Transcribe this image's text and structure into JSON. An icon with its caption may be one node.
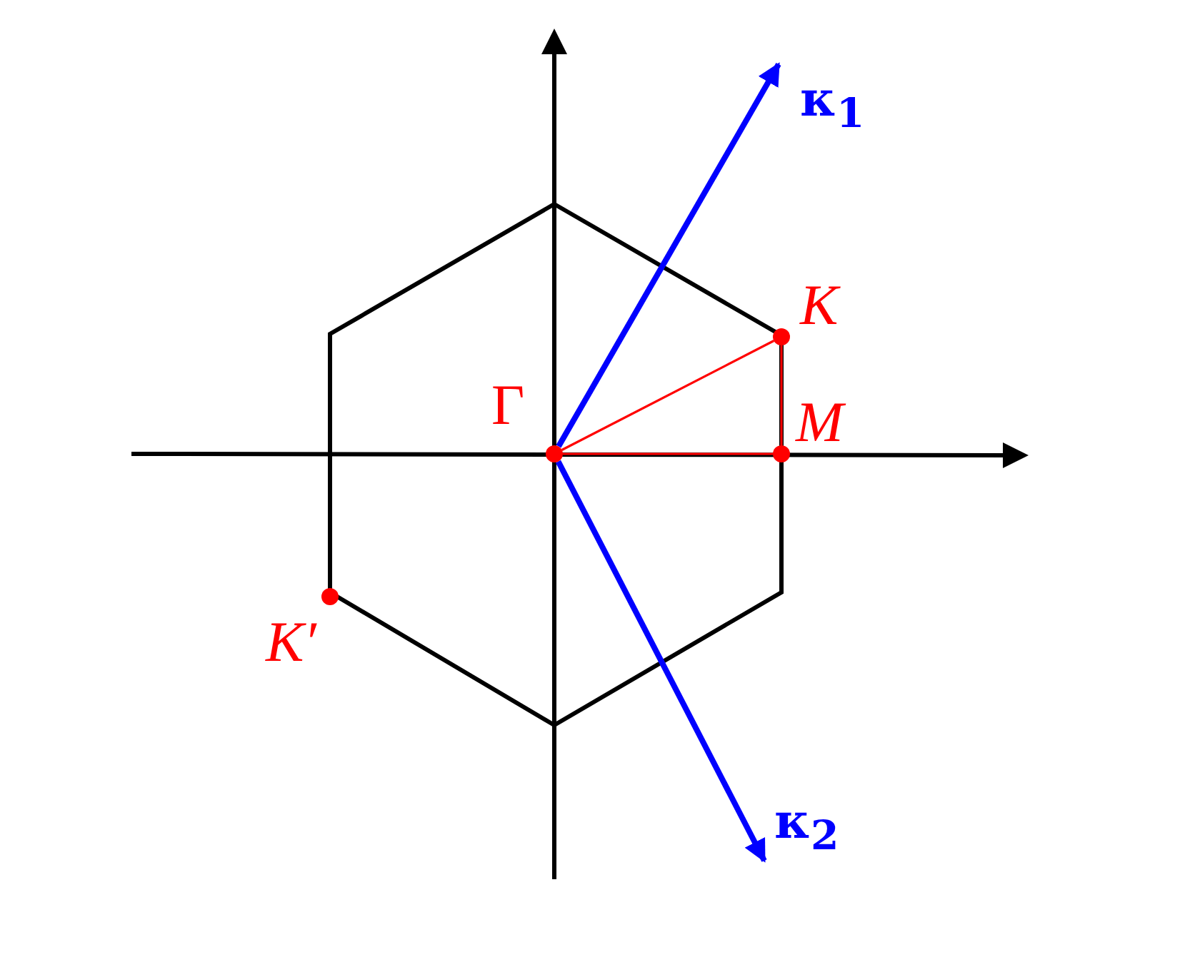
{
  "diagram": {
    "nodes": [
      {
        "text": [
          "Γ"
        ]
      },
      {
        "text": [
          "K"
        ]
      },
      {
        "text": [
          "M"
        ]
      },
      {
        "text": [
          "K′"
        ]
      },
      {
        "text": [
          "κ$_{1}$"
        ]
      },
      {
        "text": [
          "κ$_{2}$"
        ]
      }
    ],
    "edges": [
      {
        "from": 0,
        "to": 1,
        "arrow": "none",
        "color": "#ff0000"
      },
      {
        "from": 1,
        "to": 2,
        "arrow": "none",
        "color": "#ff0000"
      },
      {
        "from": 0,
        "to": 2,
        "arrow": "none",
        "color": "#ff0000"
      },
      {
        "from": 0,
        "to": 4,
        "arrow": "to",
        "style": "thick",
        "color": "#0000ff"
      },
      {
        "from": 0,
        "to": 5,
        "arrow": "to",
        "style": "thick",
        "color": "#0000ff"
      }
    ]
  }
}
